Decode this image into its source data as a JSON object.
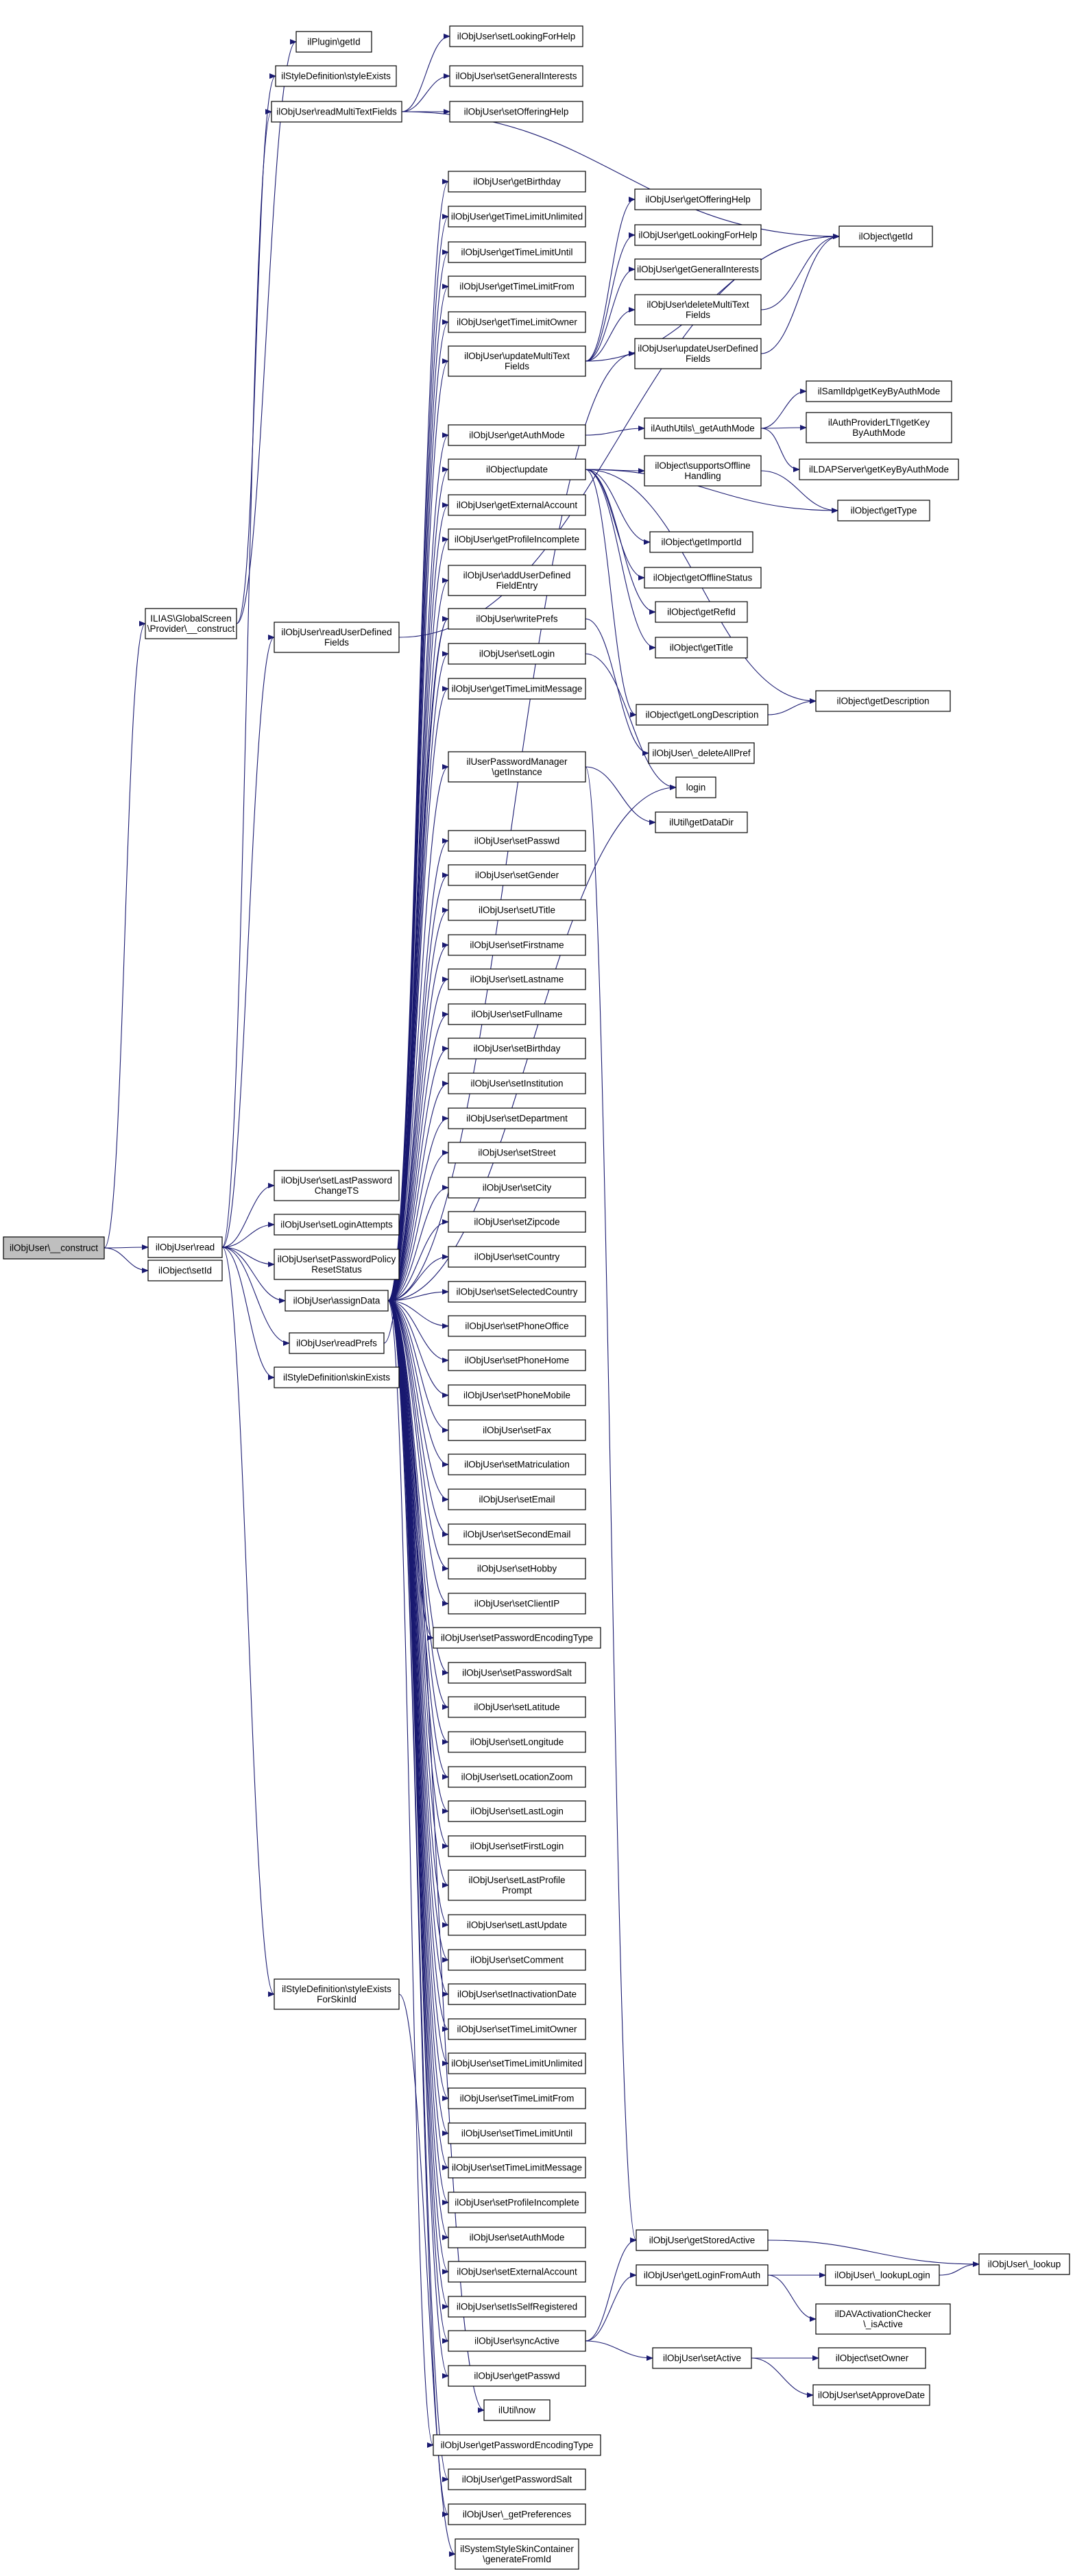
{
  "graph": {
    "arrow_color": "#191970",
    "root_fill": "#bfbfbf",
    "nodes": [
      {
        "id": "root",
        "lines": [
          "ilObjUser\\__construct"
        ]
      },
      {
        "id": "provider",
        "lines": [
          "ILIAS\\GlobalScreen",
          "\\Provider\\__construct"
        ]
      },
      {
        "id": "read",
        "lines": [
          "ilObjUser\\read"
        ]
      },
      {
        "id": "setIdObj",
        "lines": [
          "ilObject\\setId"
        ]
      },
      {
        "id": "pluginGetId",
        "lines": [
          "ilPlugin\\getId"
        ]
      },
      {
        "id": "styleExists",
        "lines": [
          "ilStyleDefinition\\styleExists"
        ]
      },
      {
        "id": "readMulti",
        "lines": [
          "ilObjUser\\readMultiTextFields"
        ]
      },
      {
        "id": "readUDF",
        "lines": [
          "ilObjUser\\readUserDefined",
          "Fields"
        ]
      },
      {
        "id": "setLastPwChange",
        "lines": [
          "ilObjUser\\setLastPassword",
          "ChangeTS"
        ]
      },
      {
        "id": "setLoginAttempts",
        "lines": [
          "ilObjUser\\setLoginAttempts"
        ]
      },
      {
        "id": "setPwPolicy",
        "lines": [
          "ilObjUser\\setPasswordPolicy",
          "ResetStatus"
        ]
      },
      {
        "id": "assignData",
        "lines": [
          "ilObjUser\\assignData"
        ]
      },
      {
        "id": "readPrefs",
        "lines": [
          "ilObjUser\\readPrefs"
        ]
      },
      {
        "id": "skinExists",
        "lines": [
          "ilStyleDefinition\\skinExists"
        ]
      },
      {
        "id": "styleExistsSkin",
        "lines": [
          "ilStyleDefinition\\styleExists",
          "ForSkinId"
        ]
      },
      {
        "id": "setLookingForHelp",
        "lines": [
          "ilObjUser\\setLookingForHelp"
        ]
      },
      {
        "id": "setGeneralInterests",
        "lines": [
          "ilObjUser\\setGeneralInterests"
        ]
      },
      {
        "id": "setOfferingHelp",
        "lines": [
          "ilObjUser\\setOfferingHelp"
        ]
      },
      {
        "id": "getBirthday",
        "lines": [
          "ilObjUser\\getBirthday"
        ]
      },
      {
        "id": "getTLUnlimited",
        "lines": [
          "ilObjUser\\getTimeLimitUnlimited"
        ]
      },
      {
        "id": "getTLUntil",
        "lines": [
          "ilObjUser\\getTimeLimitUntil"
        ]
      },
      {
        "id": "getTLFrom",
        "lines": [
          "ilObjUser\\getTimeLimitFrom"
        ]
      },
      {
        "id": "getTLOwner",
        "lines": [
          "ilObjUser\\getTimeLimitOwner"
        ]
      },
      {
        "id": "updateMulti",
        "lines": [
          "ilObjUser\\updateMultiText",
          "Fields"
        ]
      },
      {
        "id": "getAuthMode",
        "lines": [
          "ilObjUser\\getAuthMode"
        ]
      },
      {
        "id": "objUpdate",
        "lines": [
          "ilObject\\update"
        ]
      },
      {
        "id": "getExtAccount",
        "lines": [
          "ilObjUser\\getExternalAccount"
        ]
      },
      {
        "id": "getProfileIncomplete",
        "lines": [
          "ilObjUser\\getProfileIncomplete"
        ]
      },
      {
        "id": "addUDFEntry",
        "lines": [
          "ilObjUser\\addUserDefined",
          "FieldEntry"
        ]
      },
      {
        "id": "writePrefs",
        "lines": [
          "ilObjUser\\writePrefs"
        ]
      },
      {
        "id": "setLogin",
        "lines": [
          "ilObjUser\\setLogin"
        ]
      },
      {
        "id": "getTLMessage",
        "lines": [
          "ilObjUser\\getTimeLimitMessage"
        ]
      },
      {
        "id": "pwManager",
        "lines": [
          "ilUserPasswordManager",
          "\\getInstance"
        ]
      },
      {
        "id": "setPasswd",
        "lines": [
          "ilObjUser\\setPasswd"
        ]
      },
      {
        "id": "setGender",
        "lines": [
          "ilObjUser\\setGender"
        ]
      },
      {
        "id": "setUTitle",
        "lines": [
          "ilObjUser\\setUTitle"
        ]
      },
      {
        "id": "setFirstname",
        "lines": [
          "ilObjUser\\setFirstname"
        ]
      },
      {
        "id": "setLastname",
        "lines": [
          "ilObjUser\\setLastname"
        ]
      },
      {
        "id": "setFullname",
        "lines": [
          "ilObjUser\\setFullname"
        ]
      },
      {
        "id": "setBirthday",
        "lines": [
          "ilObjUser\\setBirthday"
        ]
      },
      {
        "id": "setInstitution",
        "lines": [
          "ilObjUser\\setInstitution"
        ]
      },
      {
        "id": "setDepartment",
        "lines": [
          "ilObjUser\\setDepartment"
        ]
      },
      {
        "id": "setStreet",
        "lines": [
          "ilObjUser\\setStreet"
        ]
      },
      {
        "id": "setCity",
        "lines": [
          "ilObjUser\\setCity"
        ]
      },
      {
        "id": "setZipcode",
        "lines": [
          "ilObjUser\\setZipcode"
        ]
      },
      {
        "id": "setCountry",
        "lines": [
          "ilObjUser\\setCountry"
        ]
      },
      {
        "id": "setSelCountry",
        "lines": [
          "ilObjUser\\setSelectedCountry"
        ]
      },
      {
        "id": "setPhoneOffice",
        "lines": [
          "ilObjUser\\setPhoneOffice"
        ]
      },
      {
        "id": "setPhoneHome",
        "lines": [
          "ilObjUser\\setPhoneHome"
        ]
      },
      {
        "id": "setPhoneMobile",
        "lines": [
          "ilObjUser\\setPhoneMobile"
        ]
      },
      {
        "id": "setFax",
        "lines": [
          "ilObjUser\\setFax"
        ]
      },
      {
        "id": "setMatriculation",
        "lines": [
          "ilObjUser\\setMatriculation"
        ]
      },
      {
        "id": "setEmail",
        "lines": [
          "ilObjUser\\setEmail"
        ]
      },
      {
        "id": "setSecondEmail",
        "lines": [
          "ilObjUser\\setSecondEmail"
        ]
      },
      {
        "id": "setHobby",
        "lines": [
          "ilObjUser\\setHobby"
        ]
      },
      {
        "id": "setClientIP",
        "lines": [
          "ilObjUser\\setClientIP"
        ]
      },
      {
        "id": "setPwEncType",
        "lines": [
          "ilObjUser\\setPasswordEncodingType"
        ]
      },
      {
        "id": "setPwSalt",
        "lines": [
          "ilObjUser\\setPasswordSalt"
        ]
      },
      {
        "id": "setLatitude",
        "lines": [
          "ilObjUser\\setLatitude"
        ]
      },
      {
        "id": "setLongitude",
        "lines": [
          "ilObjUser\\setLongitude"
        ]
      },
      {
        "id": "setLocationZoom",
        "lines": [
          "ilObjUser\\setLocationZoom"
        ]
      },
      {
        "id": "setLastLogin",
        "lines": [
          "ilObjUser\\setLastLogin"
        ]
      },
      {
        "id": "setFirstLogin",
        "lines": [
          "ilObjUser\\setFirstLogin"
        ]
      },
      {
        "id": "setLastProfilePrompt",
        "lines": [
          "ilObjUser\\setLastProfile",
          "Prompt"
        ]
      },
      {
        "id": "setLastUpdate",
        "lines": [
          "ilObjUser\\setLastUpdate"
        ]
      },
      {
        "id": "setComment",
        "lines": [
          "ilObjUser\\setComment"
        ]
      },
      {
        "id": "setInactivationDate",
        "lines": [
          "ilObjUser\\setInactivationDate"
        ]
      },
      {
        "id": "setTLOwner",
        "lines": [
          "ilObjUser\\setTimeLimitOwner"
        ]
      },
      {
        "id": "setTLUnlimited",
        "lines": [
          "ilObjUser\\setTimeLimitUnlimited"
        ]
      },
      {
        "id": "setTLFrom",
        "lines": [
          "ilObjUser\\setTimeLimitFrom"
        ]
      },
      {
        "id": "setTLUntil",
        "lines": [
          "ilObjUser\\setTimeLimitUntil"
        ]
      },
      {
        "id": "setTLMessage",
        "lines": [
          "ilObjUser\\setTimeLimitMessage"
        ]
      },
      {
        "id": "setProfileIncomplete",
        "lines": [
          "ilObjUser\\setProfileIncomplete"
        ]
      },
      {
        "id": "setAuthMode",
        "lines": [
          "ilObjUser\\setAuthMode"
        ]
      },
      {
        "id": "setExtAccount",
        "lines": [
          "ilObjUser\\setExternalAccount"
        ]
      },
      {
        "id": "setIsSelfReg",
        "lines": [
          "ilObjUser\\setIsSelfRegistered"
        ]
      },
      {
        "id": "syncActive",
        "lines": [
          "ilObjUser\\syncActive"
        ]
      },
      {
        "id": "getPasswd",
        "lines": [
          "ilObjUser\\getPasswd"
        ]
      },
      {
        "id": "utilNow",
        "lines": [
          "ilUtil\\now"
        ]
      },
      {
        "id": "getPwEncType",
        "lines": [
          "ilObjUser\\getPasswordEncodingType"
        ]
      },
      {
        "id": "getPwSalt",
        "lines": [
          "ilObjUser\\getPasswordSalt"
        ]
      },
      {
        "id": "getPreferences",
        "lines": [
          "ilObjUser\\_getPreferences"
        ]
      },
      {
        "id": "skinContainer",
        "lines": [
          "ilSystemStyleSkinContainer",
          "\\generateFromId"
        ]
      },
      {
        "id": "getOfferingHelp",
        "lines": [
          "ilObjUser\\getOfferingHelp"
        ]
      },
      {
        "id": "getLookingForHelp",
        "lines": [
          "ilObjUser\\getLookingForHelp"
        ]
      },
      {
        "id": "getGeneralInterests",
        "lines": [
          "ilObjUser\\getGeneralInterests"
        ]
      },
      {
        "id": "deleteMulti",
        "lines": [
          "ilObjUser\\deleteMultiText",
          "Fields"
        ]
      },
      {
        "id": "updateUDF",
        "lines": [
          "ilObjUser\\updateUserDefined",
          "Fields"
        ]
      },
      {
        "id": "authUtils",
        "lines": [
          "ilAuthUtils\\_getAuthMode"
        ]
      },
      {
        "id": "supportsOffline",
        "lines": [
          "ilObject\\supportsOffline",
          "Handling"
        ]
      },
      {
        "id": "getImportId",
        "lines": [
          "ilObject\\getImportId"
        ]
      },
      {
        "id": "getOfflineStatus",
        "lines": [
          "ilObject\\getOfflineStatus"
        ]
      },
      {
        "id": "getRefId",
        "lines": [
          "ilObject\\getRefId"
        ]
      },
      {
        "id": "getTitle",
        "lines": [
          "ilObject\\getTitle"
        ]
      },
      {
        "id": "getLongDesc",
        "lines": [
          "ilObject\\getLongDescription"
        ]
      },
      {
        "id": "deleteAllPref",
        "lines": [
          "ilObjUser\\_deleteAllPref"
        ]
      },
      {
        "id": "login",
        "lines": [
          "login"
        ]
      },
      {
        "id": "getDataDir",
        "lines": [
          "ilUtil\\getDataDir"
        ]
      },
      {
        "id": "getStoredActive",
        "lines": [
          "ilObjUser\\getStoredActive"
        ]
      },
      {
        "id": "getLoginFromAuth",
        "lines": [
          "ilObjUser\\getLoginFromAuth"
        ]
      },
      {
        "id": "setActive",
        "lines": [
          "ilObjUser\\setActive"
        ]
      },
      {
        "id": "objGetId",
        "lines": [
          "ilObject\\getId"
        ]
      },
      {
        "id": "samlIdp",
        "lines": [
          "ilSamlIdp\\getKeyByAuthMode"
        ]
      },
      {
        "id": "authProviderLTI",
        "lines": [
          "ilAuthProviderLTI\\getKey",
          "ByAuthMode"
        ]
      },
      {
        "id": "ldapServer",
        "lines": [
          "ilLDAPServer\\getKeyByAuthMode"
        ]
      },
      {
        "id": "getType",
        "lines": [
          "ilObject\\getType"
        ]
      },
      {
        "id": "getDescription",
        "lines": [
          "ilObject\\getDescription"
        ]
      },
      {
        "id": "lookupLogin",
        "lines": [
          "ilObjUser\\_lookupLogin"
        ]
      },
      {
        "id": "davChecker",
        "lines": [
          "ilDAVActivationChecker",
          "\\_isActive"
        ]
      },
      {
        "id": "setOwner",
        "lines": [
          "ilObject\\setOwner"
        ]
      },
      {
        "id": "setApproveDate",
        "lines": [
          "ilObjUser\\setApproveDate"
        ]
      },
      {
        "id": "lookup",
        "lines": [
          "ilObjUser\\_lookup"
        ]
      }
    ]
  }
}
